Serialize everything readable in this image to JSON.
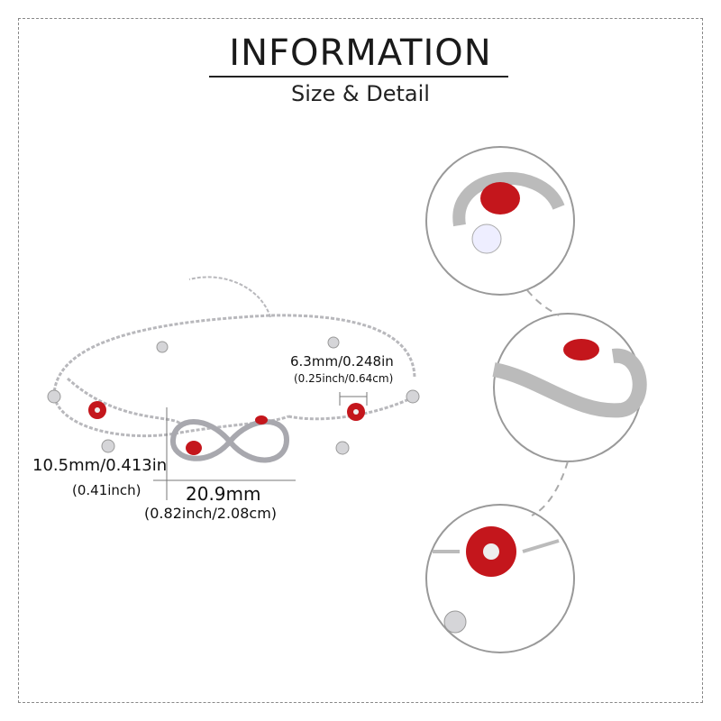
{
  "header": {
    "title": "INFORMATION",
    "subtitle": "Size & Detail"
  },
  "dimensions": {
    "flower_width": "6.3mm/0.248in",
    "flower_width_alt": "(0.25inch/0.64cm)",
    "charm_height": "10.5mm/0.413in",
    "charm_height_alt": "(0.41inch)",
    "charm_width": "20.9mm",
    "charm_width_alt": "(0.82inch/2.08cm)"
  },
  "colors": {
    "enamel_red": "#c4161c",
    "silver": "#c8c8cc",
    "accent_dark": "#111111"
  }
}
